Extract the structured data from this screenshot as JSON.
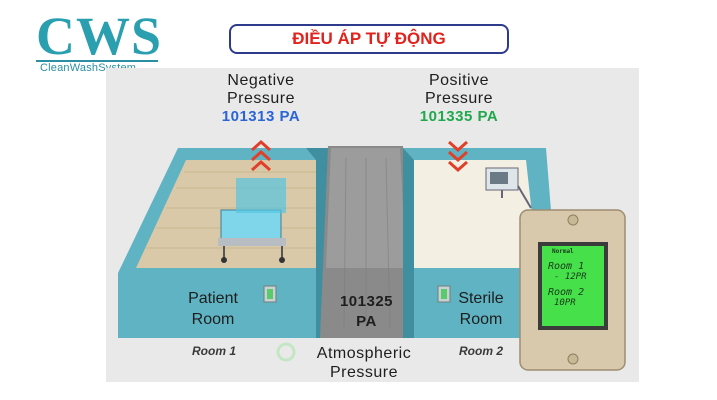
{
  "logo": {
    "text": "CWS",
    "subtitle": "CleanWashSystem",
    "color": "#2a9fb0"
  },
  "title": "ĐIỀU ÁP TỰ ĐỘNG",
  "negative": {
    "label_line1": "Negative",
    "label_line2": "Pressure",
    "value": "101313 PA",
    "color": "#2a64d6"
  },
  "positive": {
    "label_line1": "Positive",
    "label_line2": "Pressure",
    "value": "101335 PA",
    "color": "#1fa84c"
  },
  "corridor": {
    "value_line1": "101325",
    "value_line2": "PA"
  },
  "atmospheric": {
    "line1": "Atmospheric",
    "line2": "Pressure"
  },
  "rooms": [
    {
      "name_line1": "Patient",
      "name_line2": "Room",
      "tag": "Room 1"
    },
    {
      "name_line1": "Sterile",
      "name_line2": "Room",
      "tag": "Room 2"
    }
  ],
  "panel": {
    "header": "Normal",
    "line1": "Room 1",
    "line2": "- 12PR",
    "line3": "Room 2",
    "line4": "10PR"
  },
  "colors": {
    "arrow": "#e0402a",
    "wall": "#5fb3c2",
    "wall_dark": "#3f8fa0",
    "screen": "#45e04a"
  }
}
